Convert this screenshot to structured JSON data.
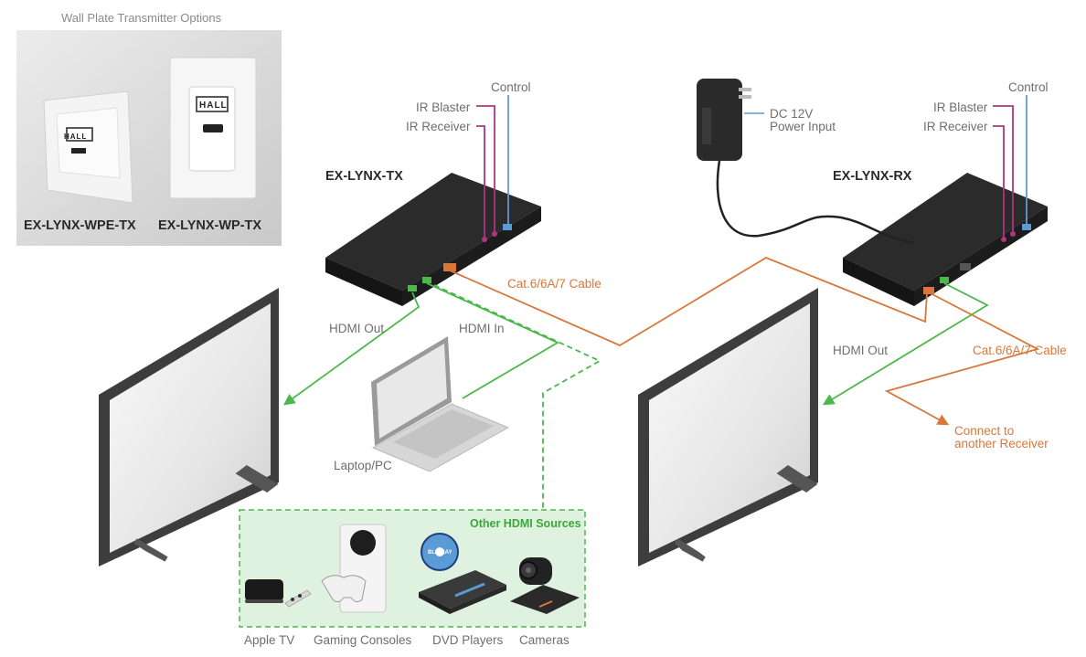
{
  "wall_plate": {
    "title": "Wall Plate Transmitter Options",
    "wpe_name": "EX-LYNX-WPE-TX",
    "wp_name": "EX-LYNX-WP-TX",
    "logo_text": "HALL"
  },
  "transmitter": {
    "name": "EX-LYNX-TX",
    "ir_blaster": "IR Blaster",
    "ir_receiver": "IR Receiver",
    "control": "Control",
    "cable": "Cat.6/6A/7 Cable",
    "hdmi_out": "HDMI Out",
    "hdmi_in": "HDMI In"
  },
  "power": {
    "line1": "DC 12V",
    "line2": "Power Input"
  },
  "receiver": {
    "name": "EX-LYNX-RX",
    "ir_blaster": "IR Blaster",
    "ir_receiver": "IR Receiver",
    "control": "Control",
    "cable": "Cat.6/6A/7 Cable",
    "hdmi_out": "HDMI Out",
    "connect_line1": "Connect to",
    "connect_line2": "another Receiver"
  },
  "laptop_label": "Laptop/PC",
  "sources": {
    "title": "Other HDMI Sources",
    "items": [
      "Apple TV",
      "Gaming Consoles",
      "DVD Players",
      "Cameras"
    ],
    "bluray_text": "BLU-RAY"
  },
  "colors": {
    "hdmi_green": "#4cb84c",
    "cat_orange": "#d9773a",
    "ir_magenta": "#b0347f",
    "control_blue": "#5b9bd5",
    "device_dark": "#1e1e1e",
    "sources_bg": "#dff2df"
  }
}
